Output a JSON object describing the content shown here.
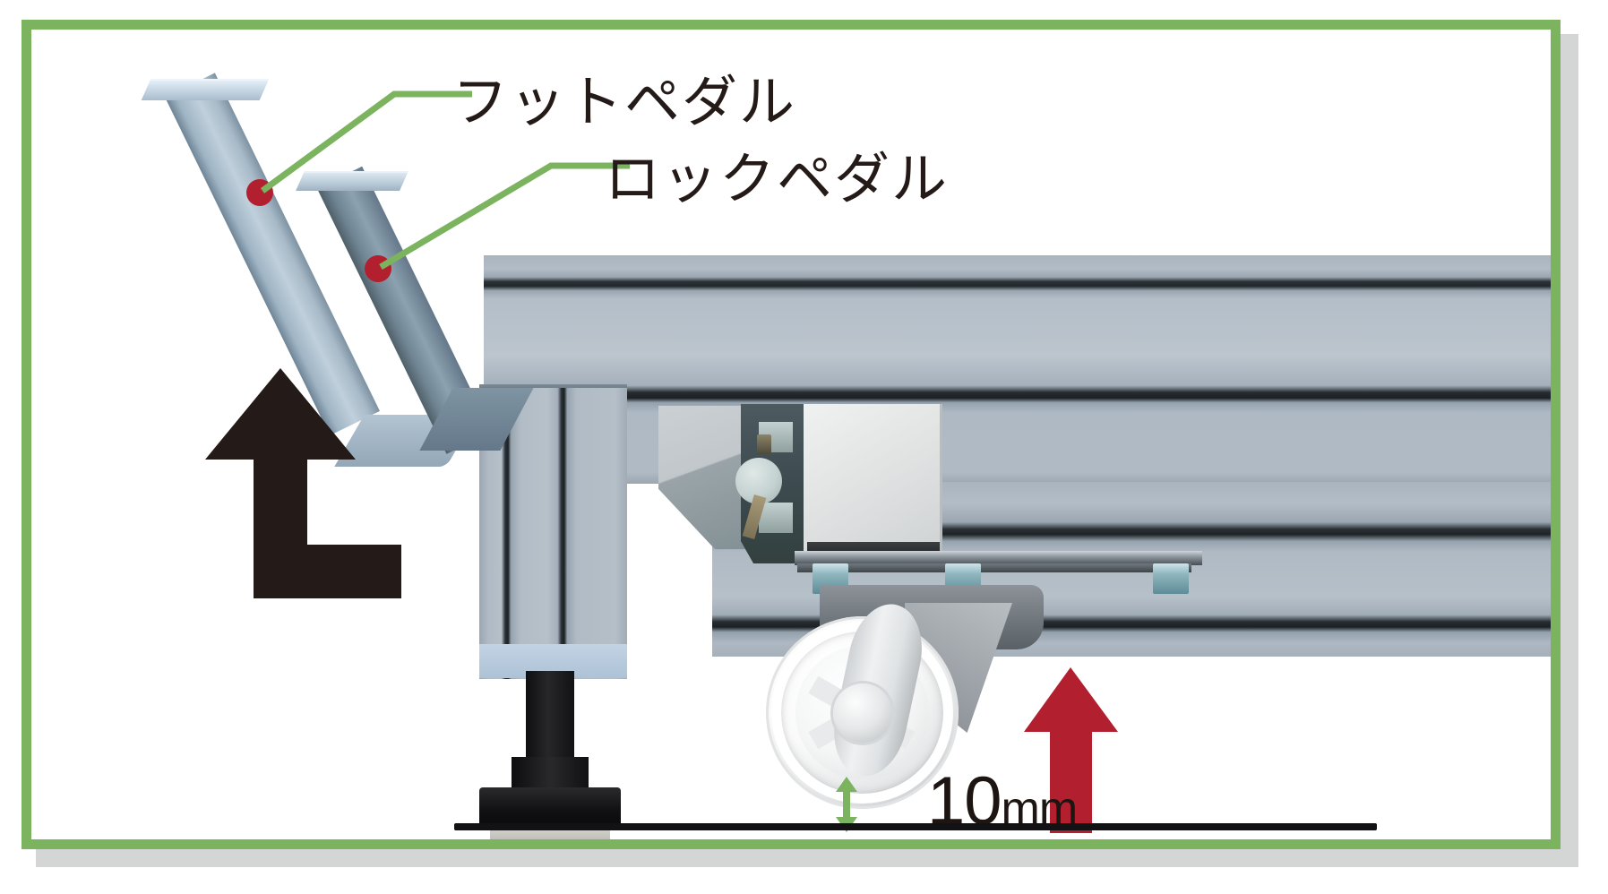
{
  "figure": {
    "kind": "technical-illustration",
    "subject": "workbench caster foot-pedal lock mechanism side view",
    "frame_color": "#7cb35f",
    "shadow_color": "#d4d6d5",
    "background": "#ffffff"
  },
  "labels": {
    "foot_pedal": "フットペダル",
    "lock_pedal": "ロックペダル",
    "text_color": "#241a17",
    "leader_color": "#7cb35f",
    "marker_color": "#b2202f"
  },
  "callouts": [
    {
      "id": "foot-pedal",
      "label": "フットペダル",
      "marker": "red-dot"
    },
    {
      "id": "lock-pedal",
      "label": "ロックペダル",
      "marker": "red-dot"
    }
  ],
  "dimension": {
    "value": "10",
    "unit": "mm",
    "arrow": "double-headed-vertical",
    "arrow_color": "#7cb35f",
    "description": "caster wheel clearance above floor"
  },
  "motion_arrows": [
    {
      "id": "pedal-lift",
      "shape": "bent-L-up",
      "color": "#241a17"
    },
    {
      "id": "caster-lift",
      "shape": "straight-up",
      "color": "#b2202f"
    }
  ],
  "colors": {
    "green": "#7cb35f",
    "red": "#b2202f",
    "black": "#241a17",
    "aluminum_light": "#b6c0c9",
    "aluminum_dark": "#1b2125",
    "bracket_blue": "#aec2d6",
    "bolt_teal": "#8fb6bf"
  },
  "parts": {
    "foot_pedal": "foot-pedal-arm",
    "lock_pedal": "lock-pedal-arm",
    "beam_upper": "aluminum-extrusion-beam-upper",
    "beam_lower": "aluminum-extrusion-beam-lower",
    "column": "aluminum-extrusion-column",
    "leveling_foot": "leveling-foot",
    "caster": "swivel-caster-wheel",
    "lock_block": "lock-mechanism-housing",
    "floor": "floor-line"
  }
}
